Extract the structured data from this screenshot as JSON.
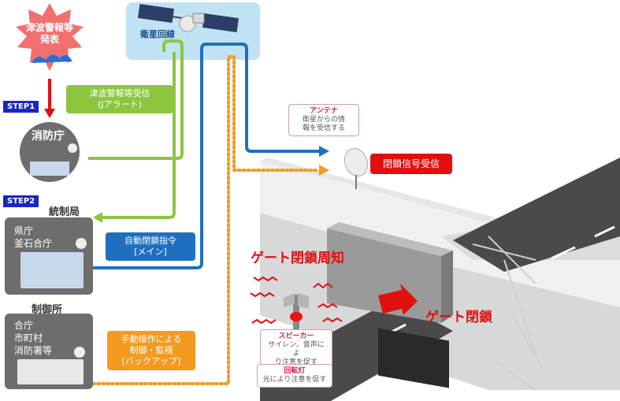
{
  "alert": {
    "line1": "津波警報等",
    "line2": "発表"
  },
  "satellite": {
    "label": "衛星回線"
  },
  "step1": {
    "label": "STEP1"
  },
  "step2": {
    "label": "STEP2"
  },
  "receive": {
    "line1": "津波警報等受信",
    "line2": "(Jアラート)"
  },
  "fdma": {
    "label": "消防庁"
  },
  "control_center": {
    "label": "統制局",
    "lines": [
      "県庁",
      "釜石合庁"
    ]
  },
  "auto_close": {
    "line1": "自動閉鎖指令",
    "line2": "[メイン]"
  },
  "sub_control": {
    "label": "制御所",
    "lines": [
      "合庁",
      "市町村",
      "消防署等"
    ]
  },
  "manual": {
    "line1": "手動操作による",
    "line2": "制御・監視",
    "line3": "[バックアップ]"
  },
  "antenna_note": {
    "title": "アンテナ",
    "line1": "衛星からの情",
    "line2": "報を受信する"
  },
  "close_signal": {
    "label": "閉鎖信号受信"
  },
  "gate_notice": {
    "label": "ゲート閉鎖周知"
  },
  "gate_close": {
    "label": "ゲート閉鎖"
  },
  "speaker_note": {
    "title": "スピーカー",
    "line1": "サイレン、音声によ",
    "line2": "り注意を促す"
  },
  "lamp_note": {
    "title": "回転灯",
    "line1": "光により注意を促す"
  },
  "colors": {
    "green": "#8cc63f",
    "blue": "#1f6fc0",
    "orange": "#f39a1f",
    "red": "#e01010",
    "step": "#1726c8"
  }
}
